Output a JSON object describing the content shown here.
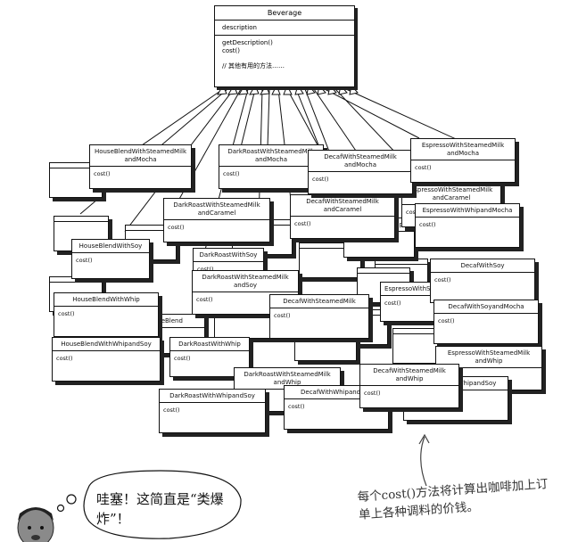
{
  "base_class": {
    "name": "Beverage",
    "attribute": "description",
    "methods": [
      "getDescription()",
      "cost()"
    ],
    "comment": "// 其他有用的方法……"
  },
  "subclasses": [
    {
      "name": "HouseBlendWithSteamedMilk andMocha",
      "method": "cost()"
    },
    {
      "name": "DarkRoastWithSteamedMilk andMocha",
      "method": "cost()"
    },
    {
      "name": "DecafWithSteamedMilk andMocha",
      "method": "cost()"
    },
    {
      "name": "EspressoWithSteamedMilk andMocha",
      "method": "cost()"
    },
    {
      "name": "EspressoWithSteamedMilk andCaramel",
      "method": "cost()"
    },
    {
      "name": "DarkRoastWithSteamedMilk andCaramel",
      "method": "cost()"
    },
    {
      "name": "DecafWithSteamedMilk andCaramel",
      "method": "cost()"
    },
    {
      "name": "EspressoWithWhipandMocha",
      "method": "cost()"
    },
    {
      "name": "DecafWithSoy",
      "method": "cost()"
    },
    {
      "name": "DarkRoastWithSteamedMilk andSoy",
      "method": "cost()"
    },
    {
      "name": "DecafWithSteamedMilk",
      "method": "cost()"
    },
    {
      "name": "DecafWithSoyandMocha",
      "method": "cost()"
    },
    {
      "name": "HouseBlendWithWhip",
      "method": "cost()"
    },
    {
      "name": "HouseBlendWithWhipandSoy",
      "method": "cost()"
    },
    {
      "name": "EspressoWithSteamedMilk andWhip",
      "method": "cost()"
    },
    {
      "name": "DarkRoastWithSteamedMilk andWhip",
      "method": "cost()"
    },
    {
      "name": "DecafWithWhipandSoy",
      "method": "cost()"
    },
    {
      "name": "EspressoWithWhipandSoy",
      "method": "cost()"
    },
    {
      "name": "DarkRoastWithWhipandSoy",
      "method": "cost()"
    },
    {
      "name": "DecafWithSteamedMilk andWhip",
      "method": "cost()"
    },
    {
      "name": "HouseBlend",
      "method": "cost()"
    },
    {
      "name": "HouseBlendWithSoy",
      "method": "cost()"
    },
    {
      "name": "DarkRoastWithWhip",
      "method": "cost()"
    },
    {
      "name": "DarkRoastWithSoy",
      "method": "cost()"
    },
    {
      "name": "DecafWithWhip",
      "method": "cost()"
    },
    {
      "name": "EspressoWithSoy",
      "method": "cost()"
    }
  ],
  "speech_bubble": "哇塞！这简直是“类爆炸”！",
  "annotation": "每个cost()方法将计算出咖啡加上订单上各种调料的价钱。"
}
